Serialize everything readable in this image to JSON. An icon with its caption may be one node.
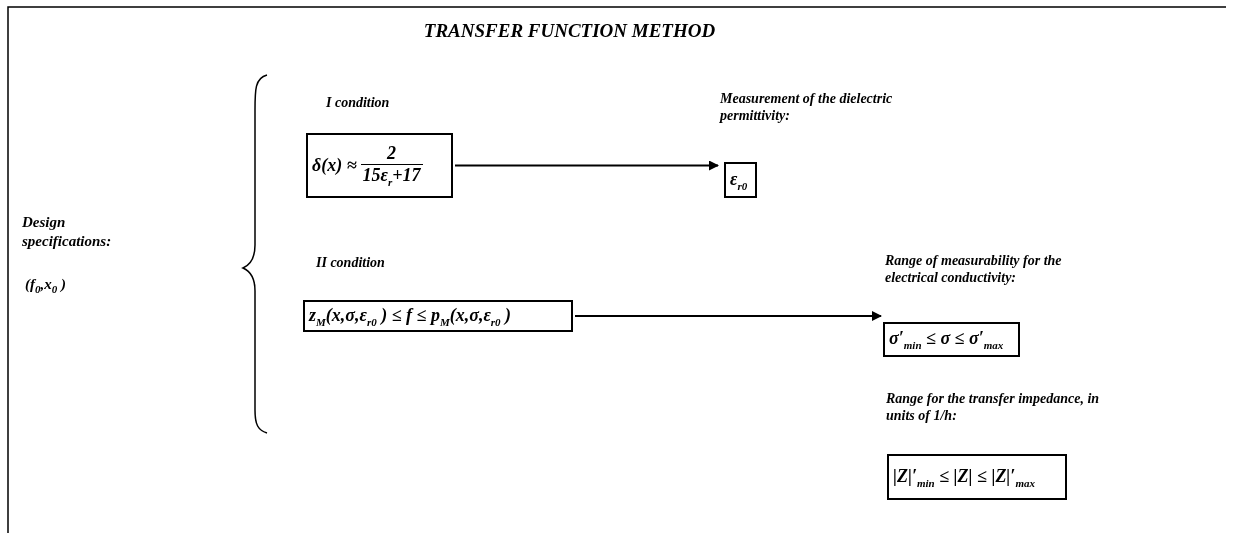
{
  "diagram": {
    "title": "TRANSFER FUNCTION METHOD",
    "nodes": [
      {
        "text": [
          "I condition",
          "δ(x) ≈",
          "2",
          "15ε$_{r}$+17"
        ]
      },
      {
        "text": [
          "Measurement of the dielectric permittivity:",
          "ε$_{r0}$"
        ]
      },
      {
        "text": [
          "II condition",
          "z$_{M}$(x,σ,ε$_{r0}$ ) ≤ f ≤ p$_{M}$(x,σ,ε$_{r0}$ )"
        ]
      },
      {
        "text": [
          "Range of measurability for the electrical conductivity:",
          "σ′$_{min}$ ≤ σ ≤ σ′$_{max}$"
        ]
      },
      {
        "text": [
          "Range for the transfer impedance, in units of 1/h:",
          "|Z|′$_{min}$ ≤ |Z| ≤ |Z|′$_{max}$"
        ]
      }
    ],
    "edges": [
      {
        "from": 0,
        "to": 1,
        "arrow": "to"
      },
      {
        "from": 2,
        "to": 3,
        "arrow": "to"
      }
    ],
    "labels": [
      "Design specifications:",
      "(f$_{0}$,x$_{0}$ )"
    ]
  }
}
